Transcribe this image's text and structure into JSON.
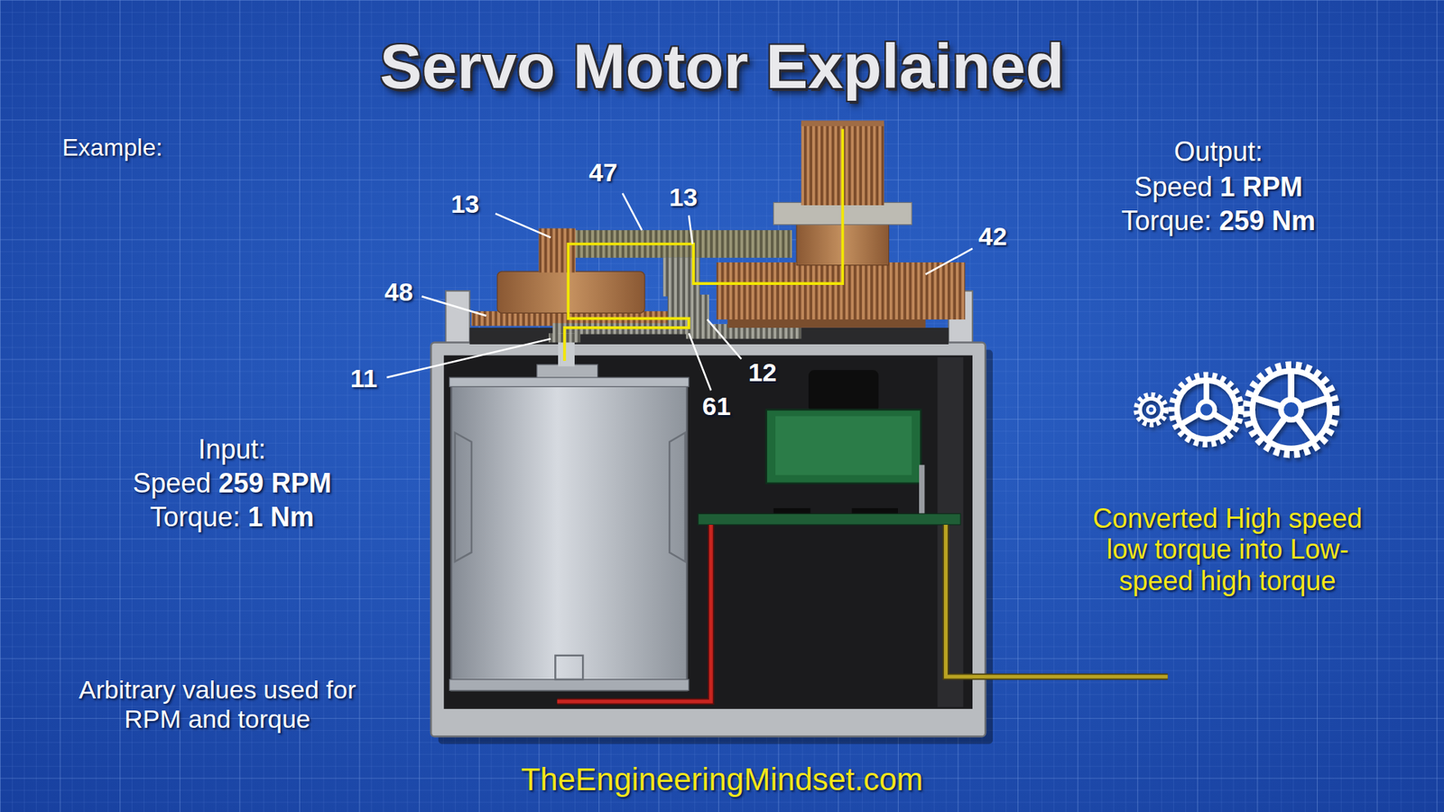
{
  "diagram": {
    "title": "Servo Motor Explained",
    "labels": [
      "Example:",
      "13",
      "47",
      "13",
      "42",
      "48",
      "11",
      "12",
      "61",
      "Output:",
      "Speed 1 RPM",
      "Torque: 259 Nm",
      "Input:",
      "Speed 259 RPM",
      "Torque: 1 Nm",
      "Converted High speed low torque into Low-speed high torque",
      "Arbitrary values used for RPM and torque",
      "TheEngineeringMindset.com"
    ]
  }
}
